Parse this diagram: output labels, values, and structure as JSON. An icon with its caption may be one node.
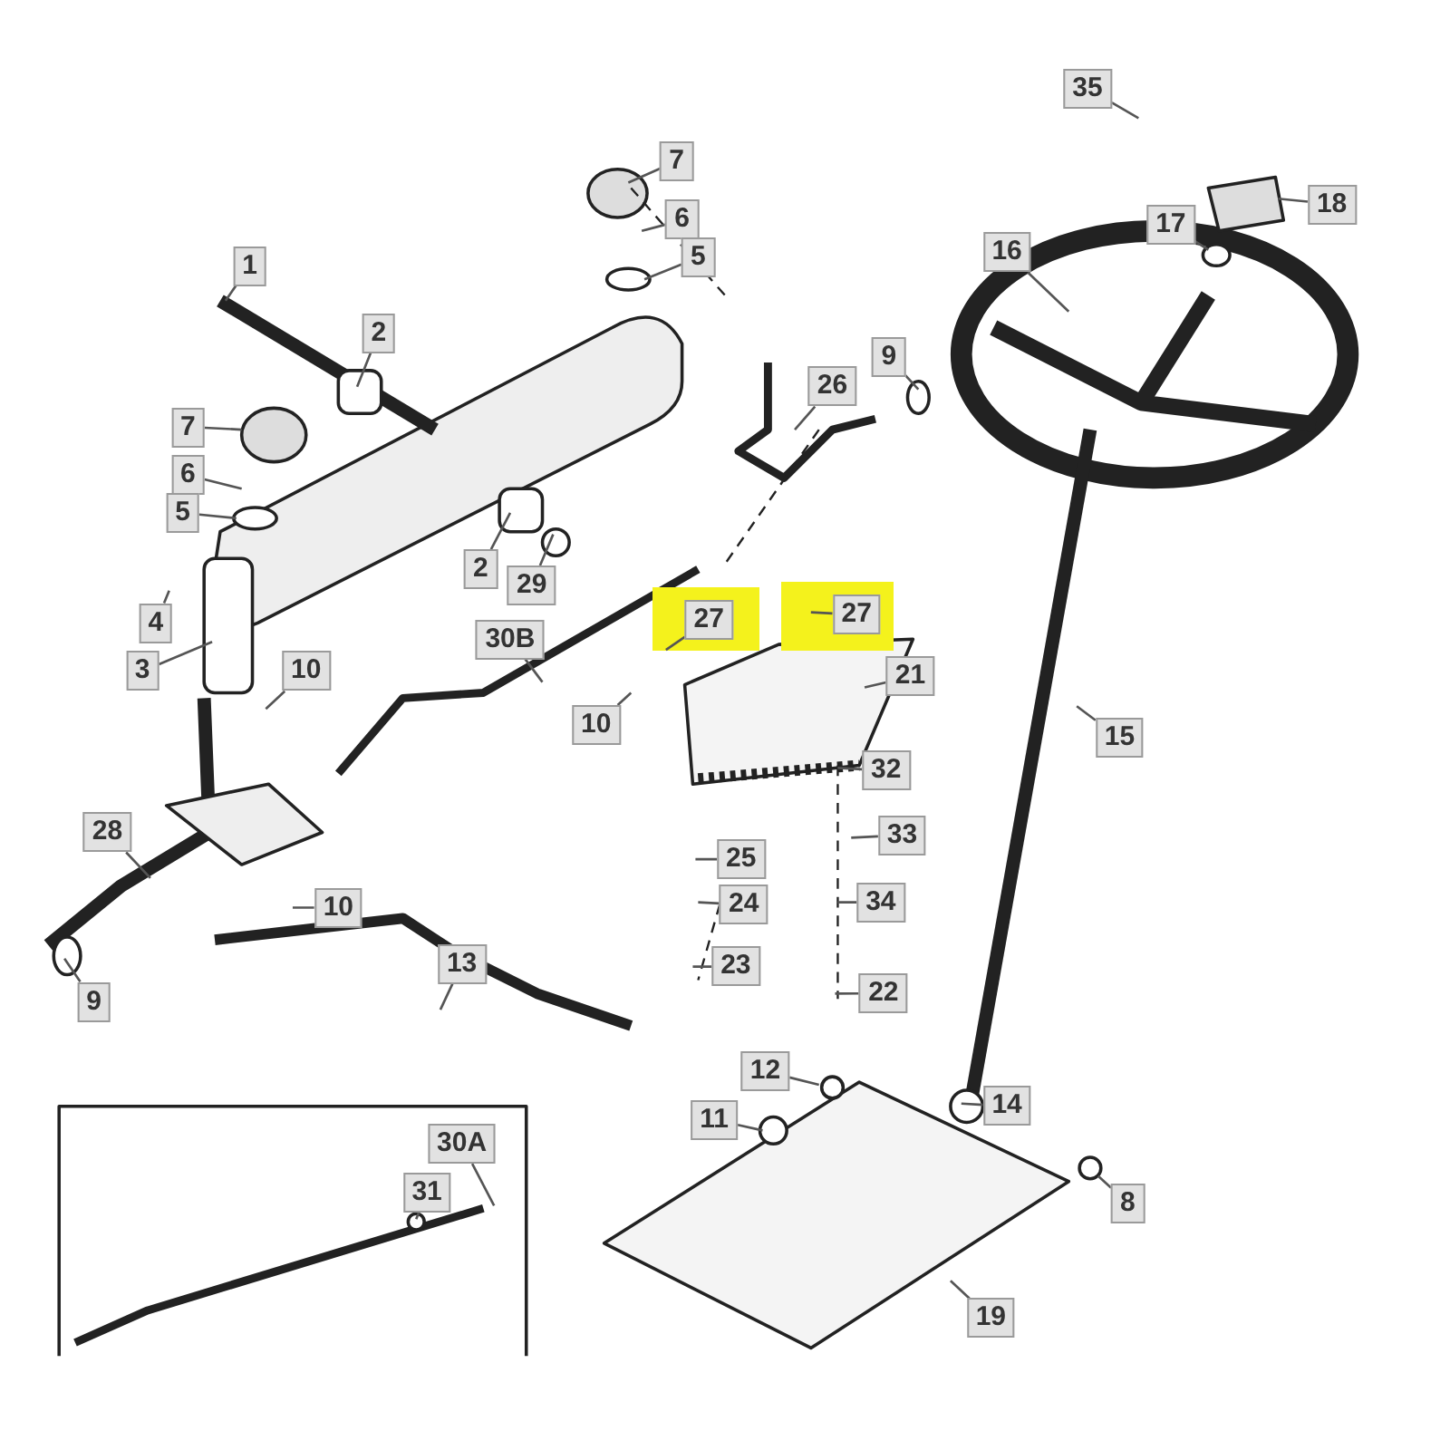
{
  "diagram": {
    "nodes": [
      {
        "text": [
          "35"
        ]
      },
      {
        "text": [
          "7"
        ]
      },
      {
        "text": [
          "18"
        ]
      },
      {
        "text": [
          "6"
        ]
      },
      {
        "text": [
          "17"
        ]
      },
      {
        "text": [
          "16"
        ]
      },
      {
        "text": [
          "5"
        ]
      },
      {
        "text": [
          "1"
        ]
      },
      {
        "text": [
          "2"
        ]
      },
      {
        "text": [
          "9"
        ]
      },
      {
        "text": [
          "26"
        ]
      },
      {
        "text": [
          "7"
        ]
      },
      {
        "text": [
          "6"
        ]
      },
      {
        "text": [
          "5"
        ]
      },
      {
        "text": [
          "2"
        ]
      },
      {
        "text": [
          "29"
        ]
      },
      {
        "text": [
          "27"
        ]
      },
      {
        "text": [
          "27"
        ]
      },
      {
        "text": [
          "4"
        ]
      },
      {
        "text": [
          "30B"
        ]
      },
      {
        "text": [
          "3"
        ]
      },
      {
        "text": [
          "10"
        ]
      },
      {
        "text": [
          "21"
        ]
      },
      {
        "text": [
          "10"
        ]
      },
      {
        "text": [
          "15"
        ]
      },
      {
        "text": [
          "32"
        ]
      },
      {
        "text": [
          "28"
        ]
      },
      {
        "text": [
          "33"
        ]
      },
      {
        "text": [
          "25"
        ]
      },
      {
        "text": [
          "34"
        ]
      },
      {
        "text": [
          "24"
        ]
      },
      {
        "text": [
          "10"
        ]
      },
      {
        "text": [
          "13"
        ]
      },
      {
        "text": [
          "23"
        ]
      },
      {
        "text": [
          "22"
        ]
      },
      {
        "text": [
          "9"
        ]
      },
      {
        "text": [
          "12"
        ]
      },
      {
        "text": [
          "14"
        ]
      },
      {
        "text": [
          "11"
        ]
      },
      {
        "text": [
          "30A"
        ]
      },
      {
        "text": [
          "31"
        ]
      },
      {
        "text": [
          "8"
        ]
      },
      {
        "text": [
          "19"
        ]
      }
    ],
    "edges": [
      {
        "from": 0,
        "to": null,
        "arrow": "none"
      },
      {
        "from": 1,
        "to": null,
        "arrow": "none"
      },
      {
        "from": 2,
        "to": null,
        "arrow": "none"
      },
      {
        "from": 3,
        "to": null,
        "arrow": "none"
      },
      {
        "from": 4,
        "to": null,
        "arrow": "none"
      },
      {
        "from": 5,
        "to": null,
        "arrow": "none"
      },
      {
        "from": 6,
        "to": null,
        "arrow": "none"
      },
      {
        "from": 7,
        "to": null,
        "arrow": "none"
      },
      {
        "from": 8,
        "to": null,
        "arrow": "none"
      },
      {
        "from": 9,
        "to": null,
        "arrow": "none"
      },
      {
        "from": 10,
        "to": null,
        "arrow": "none"
      },
      {
        "from": 11,
        "to": null,
        "arrow": "none"
      },
      {
        "from": 12,
        "to": null,
        "arrow": "none"
      },
      {
        "from": 13,
        "to": null,
        "arrow": "none"
      },
      {
        "from": 14,
        "to": null,
        "arrow": "none"
      },
      {
        "from": 15,
        "to": null,
        "arrow": "none"
      },
      {
        "from": 16,
        "to": null,
        "arrow": "none"
      },
      {
        "from": 17,
        "to": null,
        "arrow": "none"
      },
      {
        "from": 18,
        "to": null,
        "arrow": "none"
      },
      {
        "from": 19,
        "to": null,
        "arrow": "none"
      },
      {
        "from": 20,
        "to": null,
        "arrow": "none"
      },
      {
        "from": 21,
        "to": null,
        "arrow": "none"
      },
      {
        "from": 22,
        "to": null,
        "arrow": "none"
      },
      {
        "from": 23,
        "to": null,
        "arrow": "none"
      },
      {
        "from": 24,
        "to": null,
        "arrow": "none"
      },
      {
        "from": 25,
        "to": null,
        "arrow": "none"
      },
      {
        "from": 26,
        "to": null,
        "arrow": "none"
      },
      {
        "from": 27,
        "to": null,
        "arrow": "none"
      },
      {
        "from": 28,
        "to": null,
        "arrow": "none"
      },
      {
        "from": 29,
        "to": null,
        "arrow": "none"
      },
      {
        "from": 30,
        "to": null,
        "arrow": "none"
      },
      {
        "from": 31,
        "to": null,
        "arrow": "none"
      },
      {
        "from": 32,
        "to": null,
        "arrow": "none"
      },
      {
        "from": 33,
        "to": null,
        "arrow": "none"
      },
      {
        "from": 34,
        "to": null,
        "arrow": "none"
      },
      {
        "from": 35,
        "to": null,
        "arrow": "none"
      },
      {
        "from": 36,
        "to": null,
        "arrow": "none"
      },
      {
        "from": 37,
        "to": null,
        "arrow": "none"
      },
      {
        "from": 38,
        "to": null,
        "arrow": "none"
      },
      {
        "from": 39,
        "to": null,
        "arrow": "none"
      },
      {
        "from": 40,
        "to": null,
        "arrow": "none"
      },
      {
        "from": 41,
        "to": null,
        "arrow": "none"
      },
      {
        "from": 42,
        "to": null,
        "arrow": "none"
      }
    ]
  }
}
